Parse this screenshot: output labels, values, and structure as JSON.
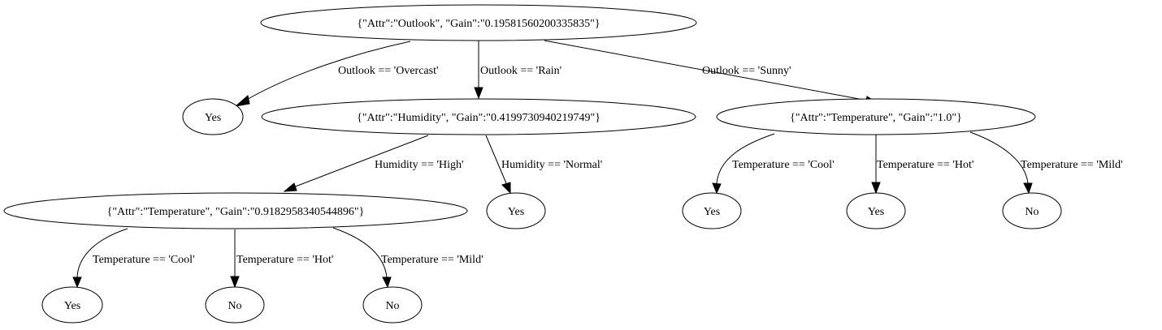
{
  "diagram": {
    "nodes": {
      "root": "{\"Attr\":\"Outlook\", \"Gain\":\"0.19581560200335835\"}",
      "overcast_yes": "Yes",
      "humidity": "{\"Attr\":\"Humidity\", \"Gain\":\"0.4199730940219749\"}",
      "sunny_temp": "{\"Attr\":\"Temperature\", \"Gain\":\"1.0\"}",
      "high_temp": "{\"Attr\":\"Temperature\", \"Gain\":\"0.9182958340544896\"}",
      "normal_yes": "Yes",
      "sunny_cool_yes": "Yes",
      "sunny_hot_yes": "Yes",
      "sunny_mild_no": "No",
      "high_cool_yes": "Yes",
      "high_hot_no": "No",
      "high_mild_no": "No"
    },
    "edges": {
      "overcast": "Outlook == 'Overcast'",
      "rain": "Outlook == 'Rain'",
      "sunny": "Outlook == 'Sunny'",
      "humidity_high": "Humidity == 'High'",
      "humidity_normal": "Humidity == 'Normal'",
      "sunny_cool": "Temperature == 'Cool'",
      "sunny_hot": "Temperature == 'Hot'",
      "sunny_mild": "Temperature == 'Mild'",
      "high_cool": "Temperature == 'Cool'",
      "high_hot": "Temperature == 'Hot'",
      "high_mild": "Temperature == 'Mild'"
    }
  }
}
